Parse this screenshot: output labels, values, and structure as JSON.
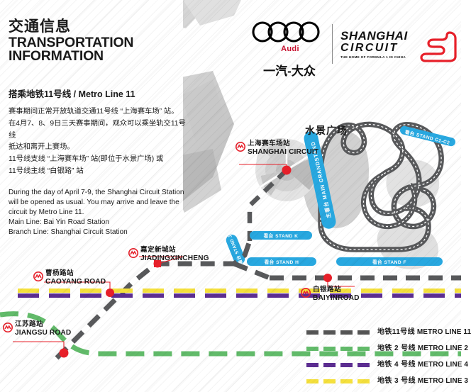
{
  "poster": {
    "title_cn": "交通信息",
    "title_en_line1": "TRANSPORTATION",
    "title_en_line2": "INFORMATION",
    "subtitle": "搭乘地铁11号线 / Metro Line 11",
    "body_cn": [
      "赛事期间正常开放轨道交通11号线 “上海赛车场” 站。",
      "在4月7、8、9日三天赛事期间，观众可以乘坐轨交11号线",
      "抵达和离开上赛场。",
      "11号线支线 “上海赛车场” 站(即位于水景广场) 或",
      "11号线主线 “白银路” 站"
    ],
    "body_en": [
      "During the day of April 7-9, the Shanghai Circuit Station",
      "will be opened as usual. You may arrive and leave the",
      "circuit by Metro Line 11.",
      "Main Line: Bai Yin Road Station",
      "Branch Line: Shanghai Circuit Station"
    ]
  },
  "logos": {
    "audi_word": "Audi",
    "faw_vw": "一汽-大众",
    "circuit_line1": "SHANGHAI",
    "circuit_line2": "CIRCUIT",
    "circuit_tagline": "THE HOME OF FORMULA 1 IN CHINA"
  },
  "map": {
    "plaza_label": "水景广场",
    "stations": [
      {
        "id": "shanghai-circuit",
        "cn": "上海赛车场站",
        "en": "SHANGHAI CIRCUIT"
      },
      {
        "id": "jiadingxincheng",
        "cn": "嘉定新城站",
        "en": "JIADINGXINCHENG"
      },
      {
        "id": "caoyang-road",
        "cn": "曹杨路站",
        "en": "CAOYANG ROAD"
      },
      {
        "id": "baiyin-road",
        "cn": "白银路站",
        "en": "BAIYINROAD"
      },
      {
        "id": "jiangsu-road",
        "cn": "江苏路站",
        "en": "JIANGSU ROAD"
      }
    ],
    "grandstands": [
      {
        "id": "main-grandstand",
        "label": "主看台 MAIN GRANDSTAND"
      },
      {
        "id": "stand-c1-c2",
        "label": "看台 STAND C1-C2"
      },
      {
        "id": "stand-k",
        "label": "看台 STAND K"
      },
      {
        "id": "stand-h",
        "label": "看台 STAND H"
      },
      {
        "id": "stand-f",
        "label": "看台 STAND F"
      },
      {
        "id": "stand-j",
        "label": "看台 STAND J"
      }
    ]
  },
  "legend": {
    "items": [
      {
        "id": "metro-line-11",
        "cn": "地铁11号线",
        "en": "METRO LINE 11",
        "color": "#555555"
      },
      {
        "id": "metro-line-2",
        "cn": "地铁 2 号线",
        "en": "METRO LINE 2",
        "color": "#62bb6a"
      },
      {
        "id": "metro-line-4",
        "cn": "地铁 4 号线",
        "en": "METRO LINE 4",
        "color": "#5c2d91"
      },
      {
        "id": "metro-line-3",
        "cn": "地铁 3 号线",
        "en": "METRO LINE 3",
        "color": "#f5e03c"
      }
    ]
  },
  "colors": {
    "accent_red": "#e8202a",
    "audi_red": "#c8102e",
    "track_gray": "#58595b",
    "stand_blue": "#28a8e0"
  }
}
